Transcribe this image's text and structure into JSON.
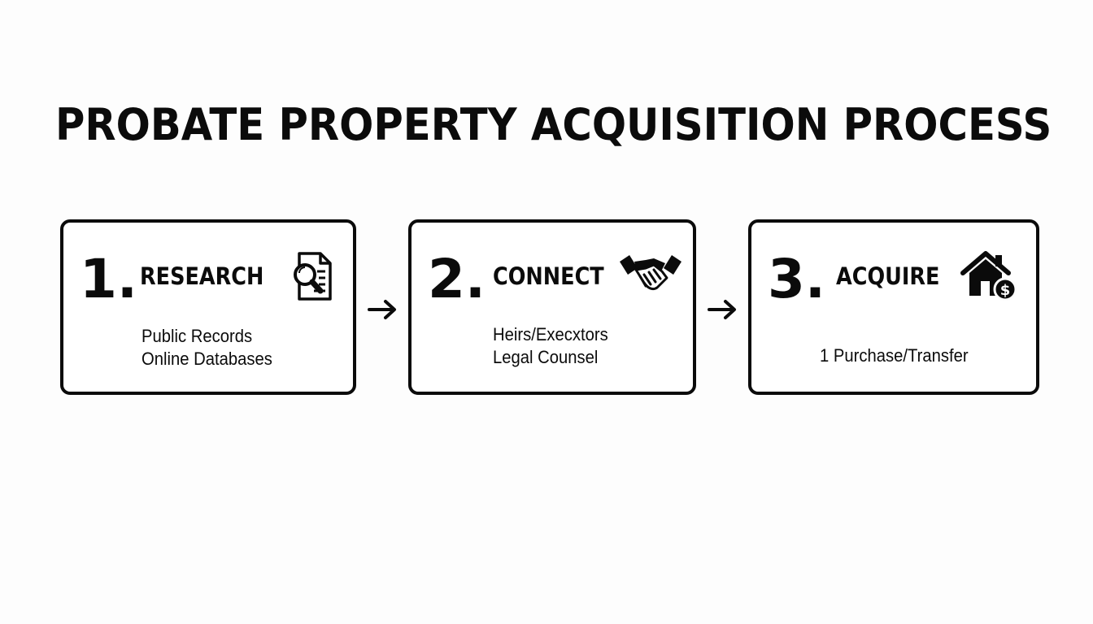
{
  "title": "PROBATE PROPERTY ACQUISITION PROCESS",
  "steps": [
    {
      "number": "1.",
      "heading": "RESEARCH",
      "icon": "document-search-icon",
      "lines": [
        "Public Records",
        "Online Databases"
      ]
    },
    {
      "number": "2.",
      "heading": "CONNECT",
      "icon": "handshake-icon",
      "lines": [
        "Heirs/Execxtors",
        "Legal Counsel"
      ]
    },
    {
      "number": "3.",
      "heading": "ACQUIRE",
      "icon": "house-dollar-icon",
      "lines": [
        "1 Purchase/Transfer"
      ]
    }
  ],
  "colors": {
    "ink": "#0b0b0b",
    "background": "#fdfdfd"
  }
}
